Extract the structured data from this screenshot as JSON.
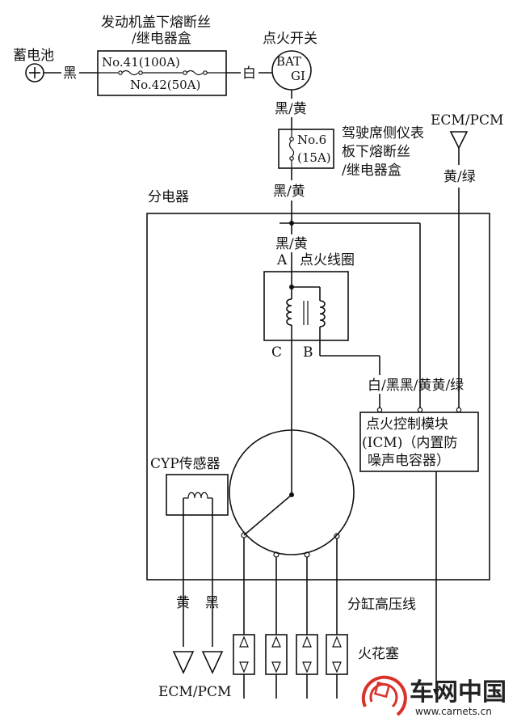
{
  "labels": {
    "fuse_box_title_1": "发动机盖下熔断丝",
    "fuse_box_title_2": "/继电器盒",
    "battery": "蓄电池",
    "ignition_switch": "点火开关",
    "wire_black": "黑",
    "wire_white": "白",
    "fuse_41": "No.41(100A)",
    "fuse_42": "No.42(50A)",
    "bat": "BAT",
    "ig1": "GI",
    "wire_black_yellow_1": "黑/黄",
    "fuse_6": "No.6",
    "fuse_6_rating": "(15A)",
    "dash_box_1": "驾驶席侧仪表",
    "dash_box_2": "板下熔断丝",
    "dash_box_3": "/继电器盒",
    "ecm_pcm_top": "ECM/PCM",
    "wire_yellow_green": "黄/绿",
    "distributor": "分电器",
    "wire_black_yellow_2": "黑/黄",
    "wire_black_yellow_3": "黑/黄",
    "pin_a": "A",
    "ignition_coil": "点火线圈",
    "pin_c": "C",
    "pin_b": "B",
    "icm_wire_colors": "白/黑黑/黄黄/绿",
    "icm_line_1": "点火控制模块",
    "icm_line_2": "(ICM)（内置防",
    "icm_line_3": "噪声电容器）",
    "cyp_sensor": "CYP传感器",
    "wire_yellow": "黄",
    "wire_black_2": "黑",
    "hv_wires": "分缸高压线",
    "spark_plugs": "火花塞",
    "ecm_pcm_bottom": "ECM/PCM",
    "logo_text": "车网中国",
    "logo_url": "www.carnets.cn"
  },
  "colors": {
    "ink": "#111111",
    "logo_red": "#d8322b"
  }
}
